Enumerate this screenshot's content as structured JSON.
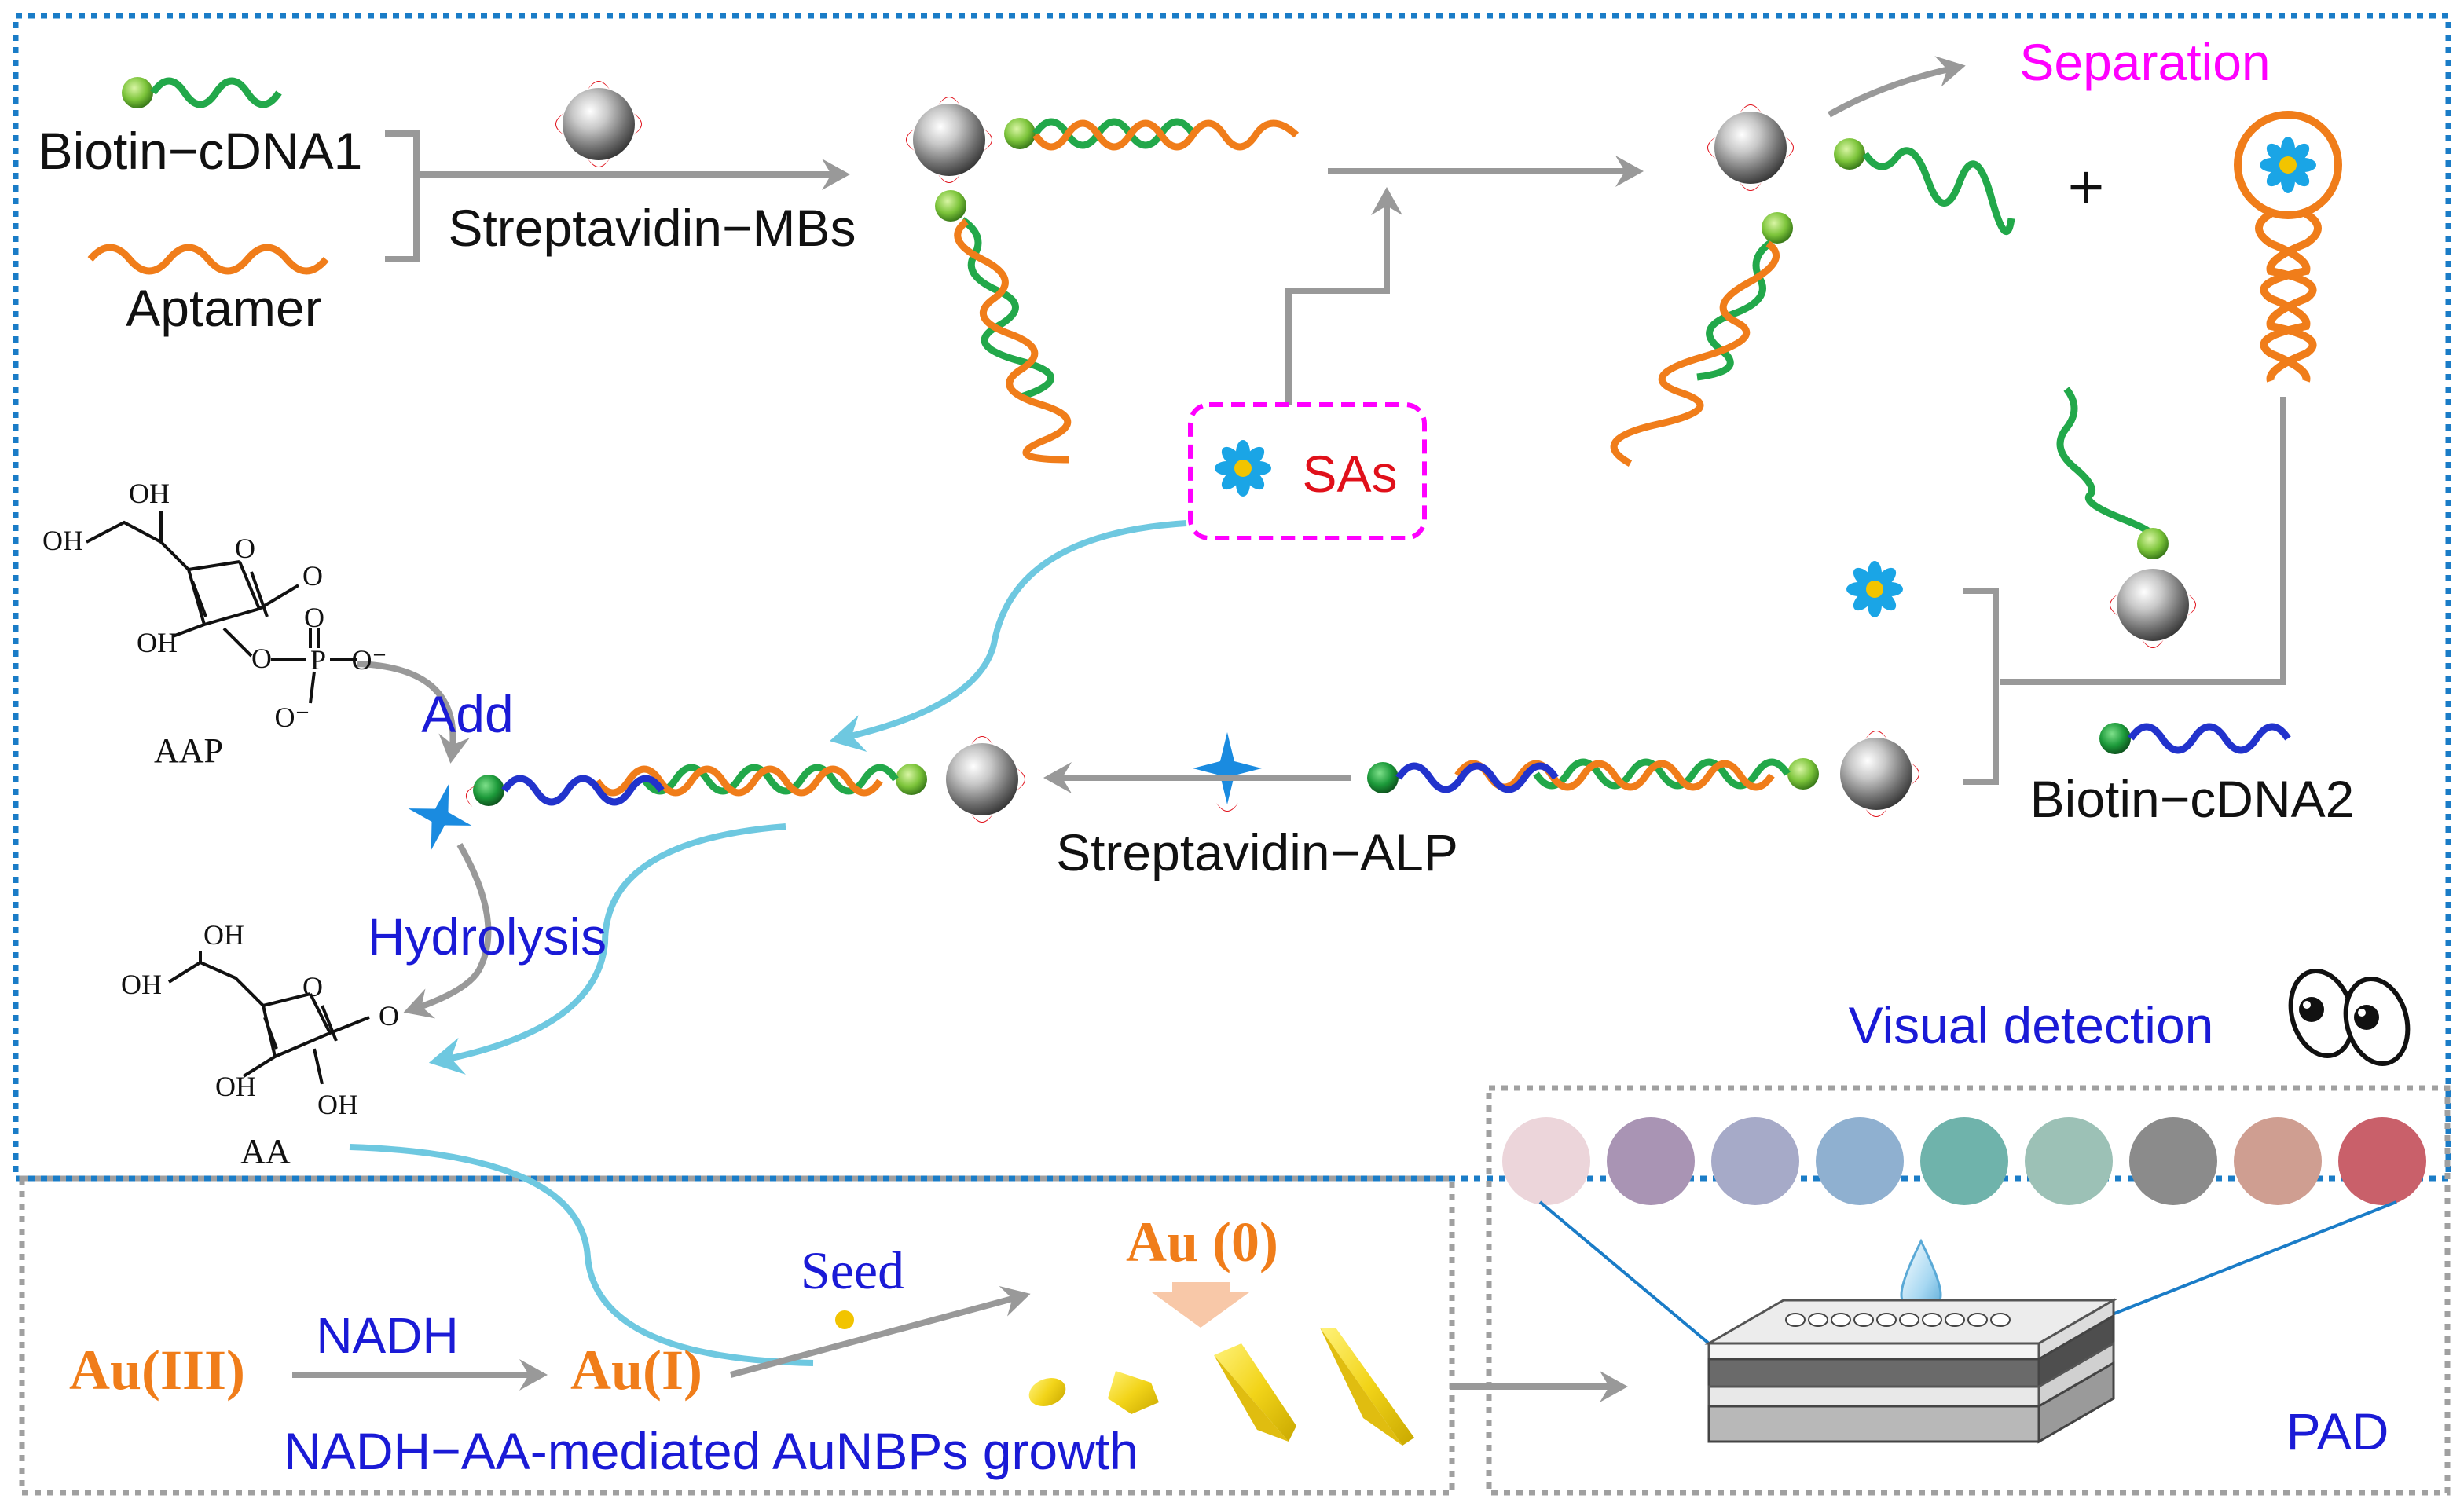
{
  "labels": {
    "biotin_cdna1": "Biotin−cDNA1",
    "aptamer": "Aptamer",
    "streptavidin_mbs": "Streptavidin−MBs",
    "separation": "Separation",
    "plus": "+",
    "sas": "SAs",
    "oh_top_1": "OH",
    "oh_top_2": "OH",
    "oh_top_3": "OH",
    "o_top_ring": "O",
    "o_top_carbonyl": "O",
    "o_top_ester": "O",
    "p_top": "P",
    "o_top_p1": "O",
    "o_top_p2": "O⁻",
    "o_top_p3": "O⁻",
    "aap": "AAP",
    "add": "Add",
    "hydrolysis": "Hydrolysis",
    "streptavidin_alp": "Streptavidin−ALP",
    "biotin_cdna2": "Biotin−cDNA2",
    "oh_bot_1": "OH",
    "oh_bot_2": "OH",
    "oh_bot_3": "OH",
    "oh_bot_4": "OH",
    "o_bot_ring": "O",
    "o_bot_carbonyl": "O",
    "aa": "AA",
    "visual_detection": "Visual detection",
    "seed": "Seed",
    "au0": "Au (0)",
    "nadh": "NADH",
    "au3": "Au(III)",
    "au1": "Au(I)",
    "growth": "NADH−AA-mediated AuNBPs growth",
    "pad": "PAD"
  },
  "colors": {
    "border_blue": "#1a7cc7",
    "gray_arrow": "#999999",
    "cyan_arrow": "#6ec8e0",
    "green_dna": "#22a84a",
    "orange_dna": "#f07d1a",
    "blue_dna": "#2233cc",
    "red_streptavidin": "#e0101a",
    "magenta_label": "#ff00ff",
    "label_blue": "#1a1ad6",
    "label_orange": "#f07d1a",
    "label_red": "#e0101a",
    "gold": "#f2d419",
    "alp_blue": "#1a8be0",
    "sa_flower": "#1aa5e6"
  },
  "pad_spot_colors": [
    "#ecd5da",
    "#a994b4",
    "#a6aac8",
    "#8fb0d0",
    "#6fb3ab",
    "#9cc1b6",
    "#8b8b8b",
    "#cf9e91",
    "#c9606a"
  ],
  "icons": [
    "magnetic-bead-icon",
    "streptavidin-icon",
    "biotin-icon",
    "sa-flower-icon",
    "alp-star-icon",
    "eyes-icon",
    "droplet-icon",
    "paper-device-icon",
    "gold-particle-icon"
  ]
}
